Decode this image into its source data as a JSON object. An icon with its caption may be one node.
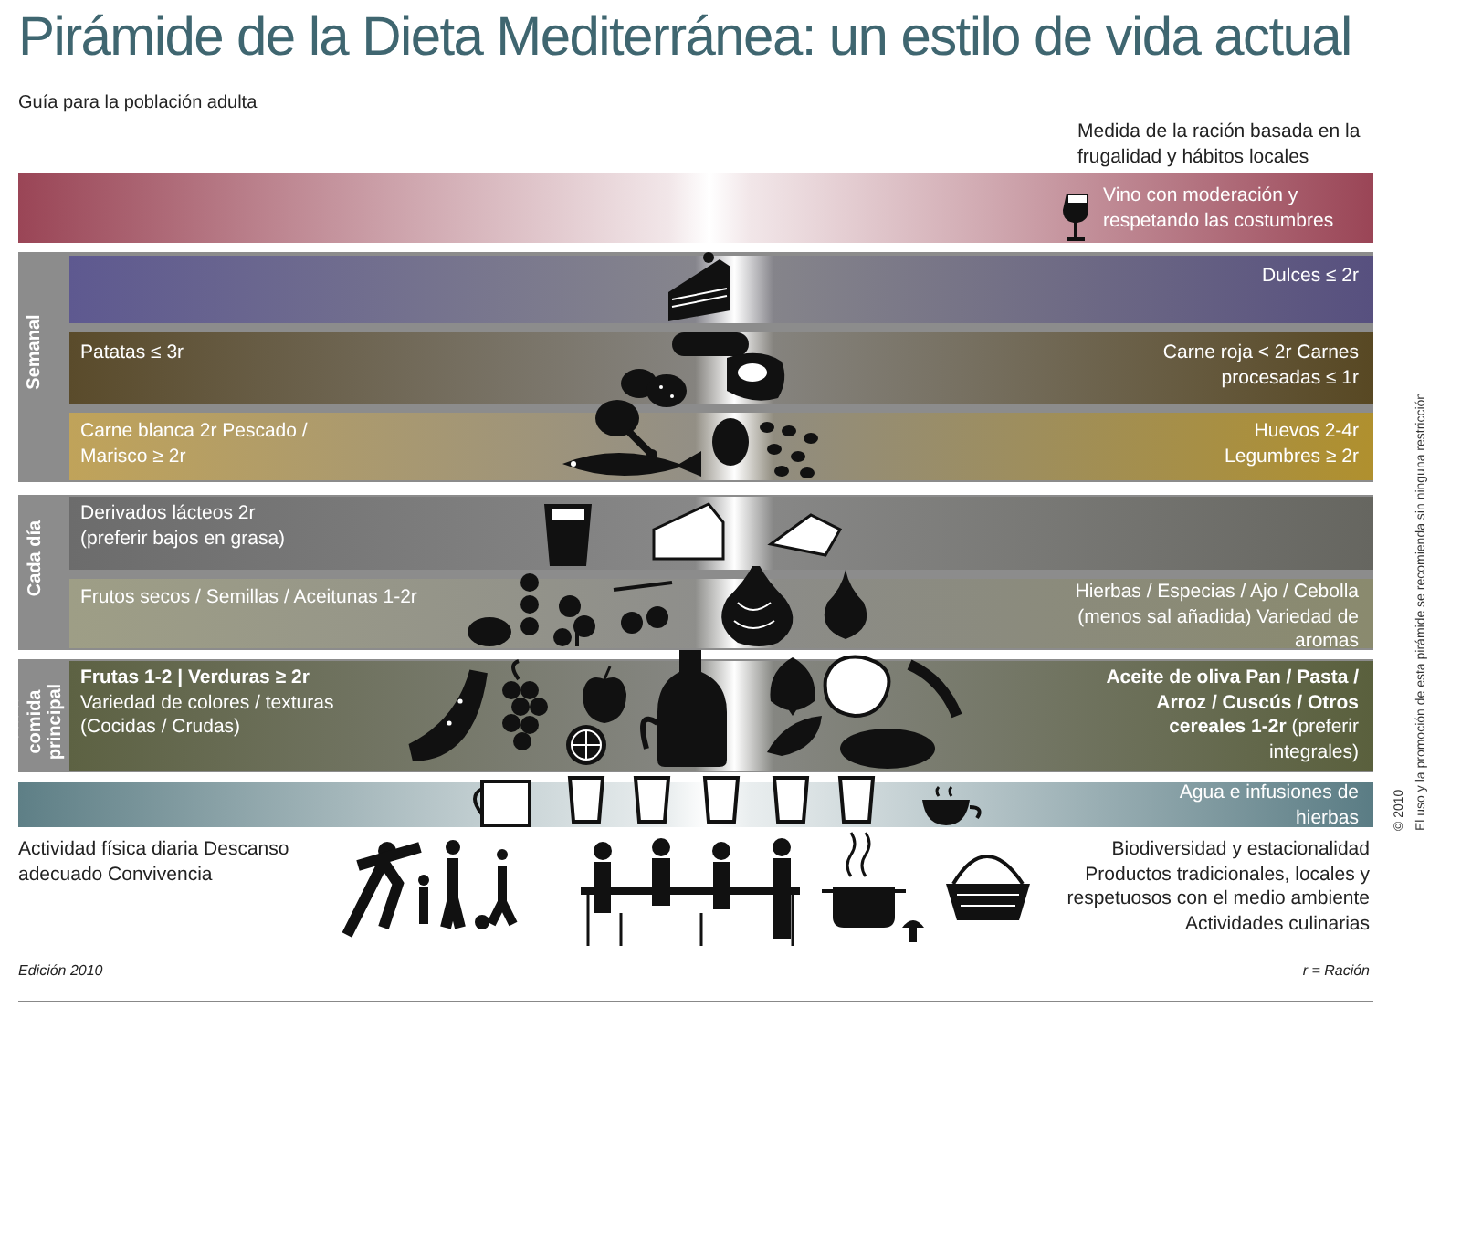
{
  "diagram": {
    "title": "Pirámide de la Dieta Mediterránea: un estilo de vida actual",
    "nodes": [
      {
        "text": [
          "Vino con moderación y respetando las costumbres"
        ]
      },
      {
        "text": [
          "Semanal"
        ]
      },
      {
        "text": [
          "Dulces ≤ 2r"
        ],
        "in": 1
      },
      {
        "text": [
          "Patatas ≤ 3r",
          "Carne roja < 2r Carnes procesadas ≤ 1r"
        ],
        "in": 1
      },
      {
        "text": [
          "Carne blanca 2r Pescado / Marisco ≥ 2r",
          "Huevos 2-4r Legumbres ≥ 2r"
        ],
        "in": 1
      },
      {
        "text": [
          "Cada día"
        ]
      },
      {
        "text": [
          "Derivados lácteos 2r (preferir bajos en grasa)"
        ],
        "in": 5
      },
      {
        "text": [
          "Frutos secos / Semillas / Aceitunas 1-2r",
          "Hierbas / Especias / Ajo / Cebolla (menos sal añadida) Variedad de aromas"
        ],
        "in": 5
      },
      {
        "text": [
          "Cada comida principal"
        ]
      },
      {
        "text": [
          "**Frutas 1-2 | Verduras ≥ 2r** Variedad de colores / texturas (Cocidas / Crudas)",
          "**Aceite de oliva Pan / Pasta / Arroz / Cuscús / Otros cereales 1-2r** (preferir integrales)"
        ],
        "in": 8
      },
      {
        "text": [
          "Agua e infusiones de hierbas"
        ]
      }
    ],
    "labels": [
      "Guía para la población adulta",
      "Medida de la ración basada en la frugalidad y hábitos locales",
      "Actividad física diaria Descanso adecuado Convivencia",
      "Biodiversidad y estacionalidad Productos tradicionales, locales y respetuosos con el medio ambiente Actividades culinarias",
      "Edición 2010",
      "r = Ración",
      "© 2010",
      "El uso y la promoción de esta pirámide se recomienda sin ninguna restricción"
    ]
  }
}
